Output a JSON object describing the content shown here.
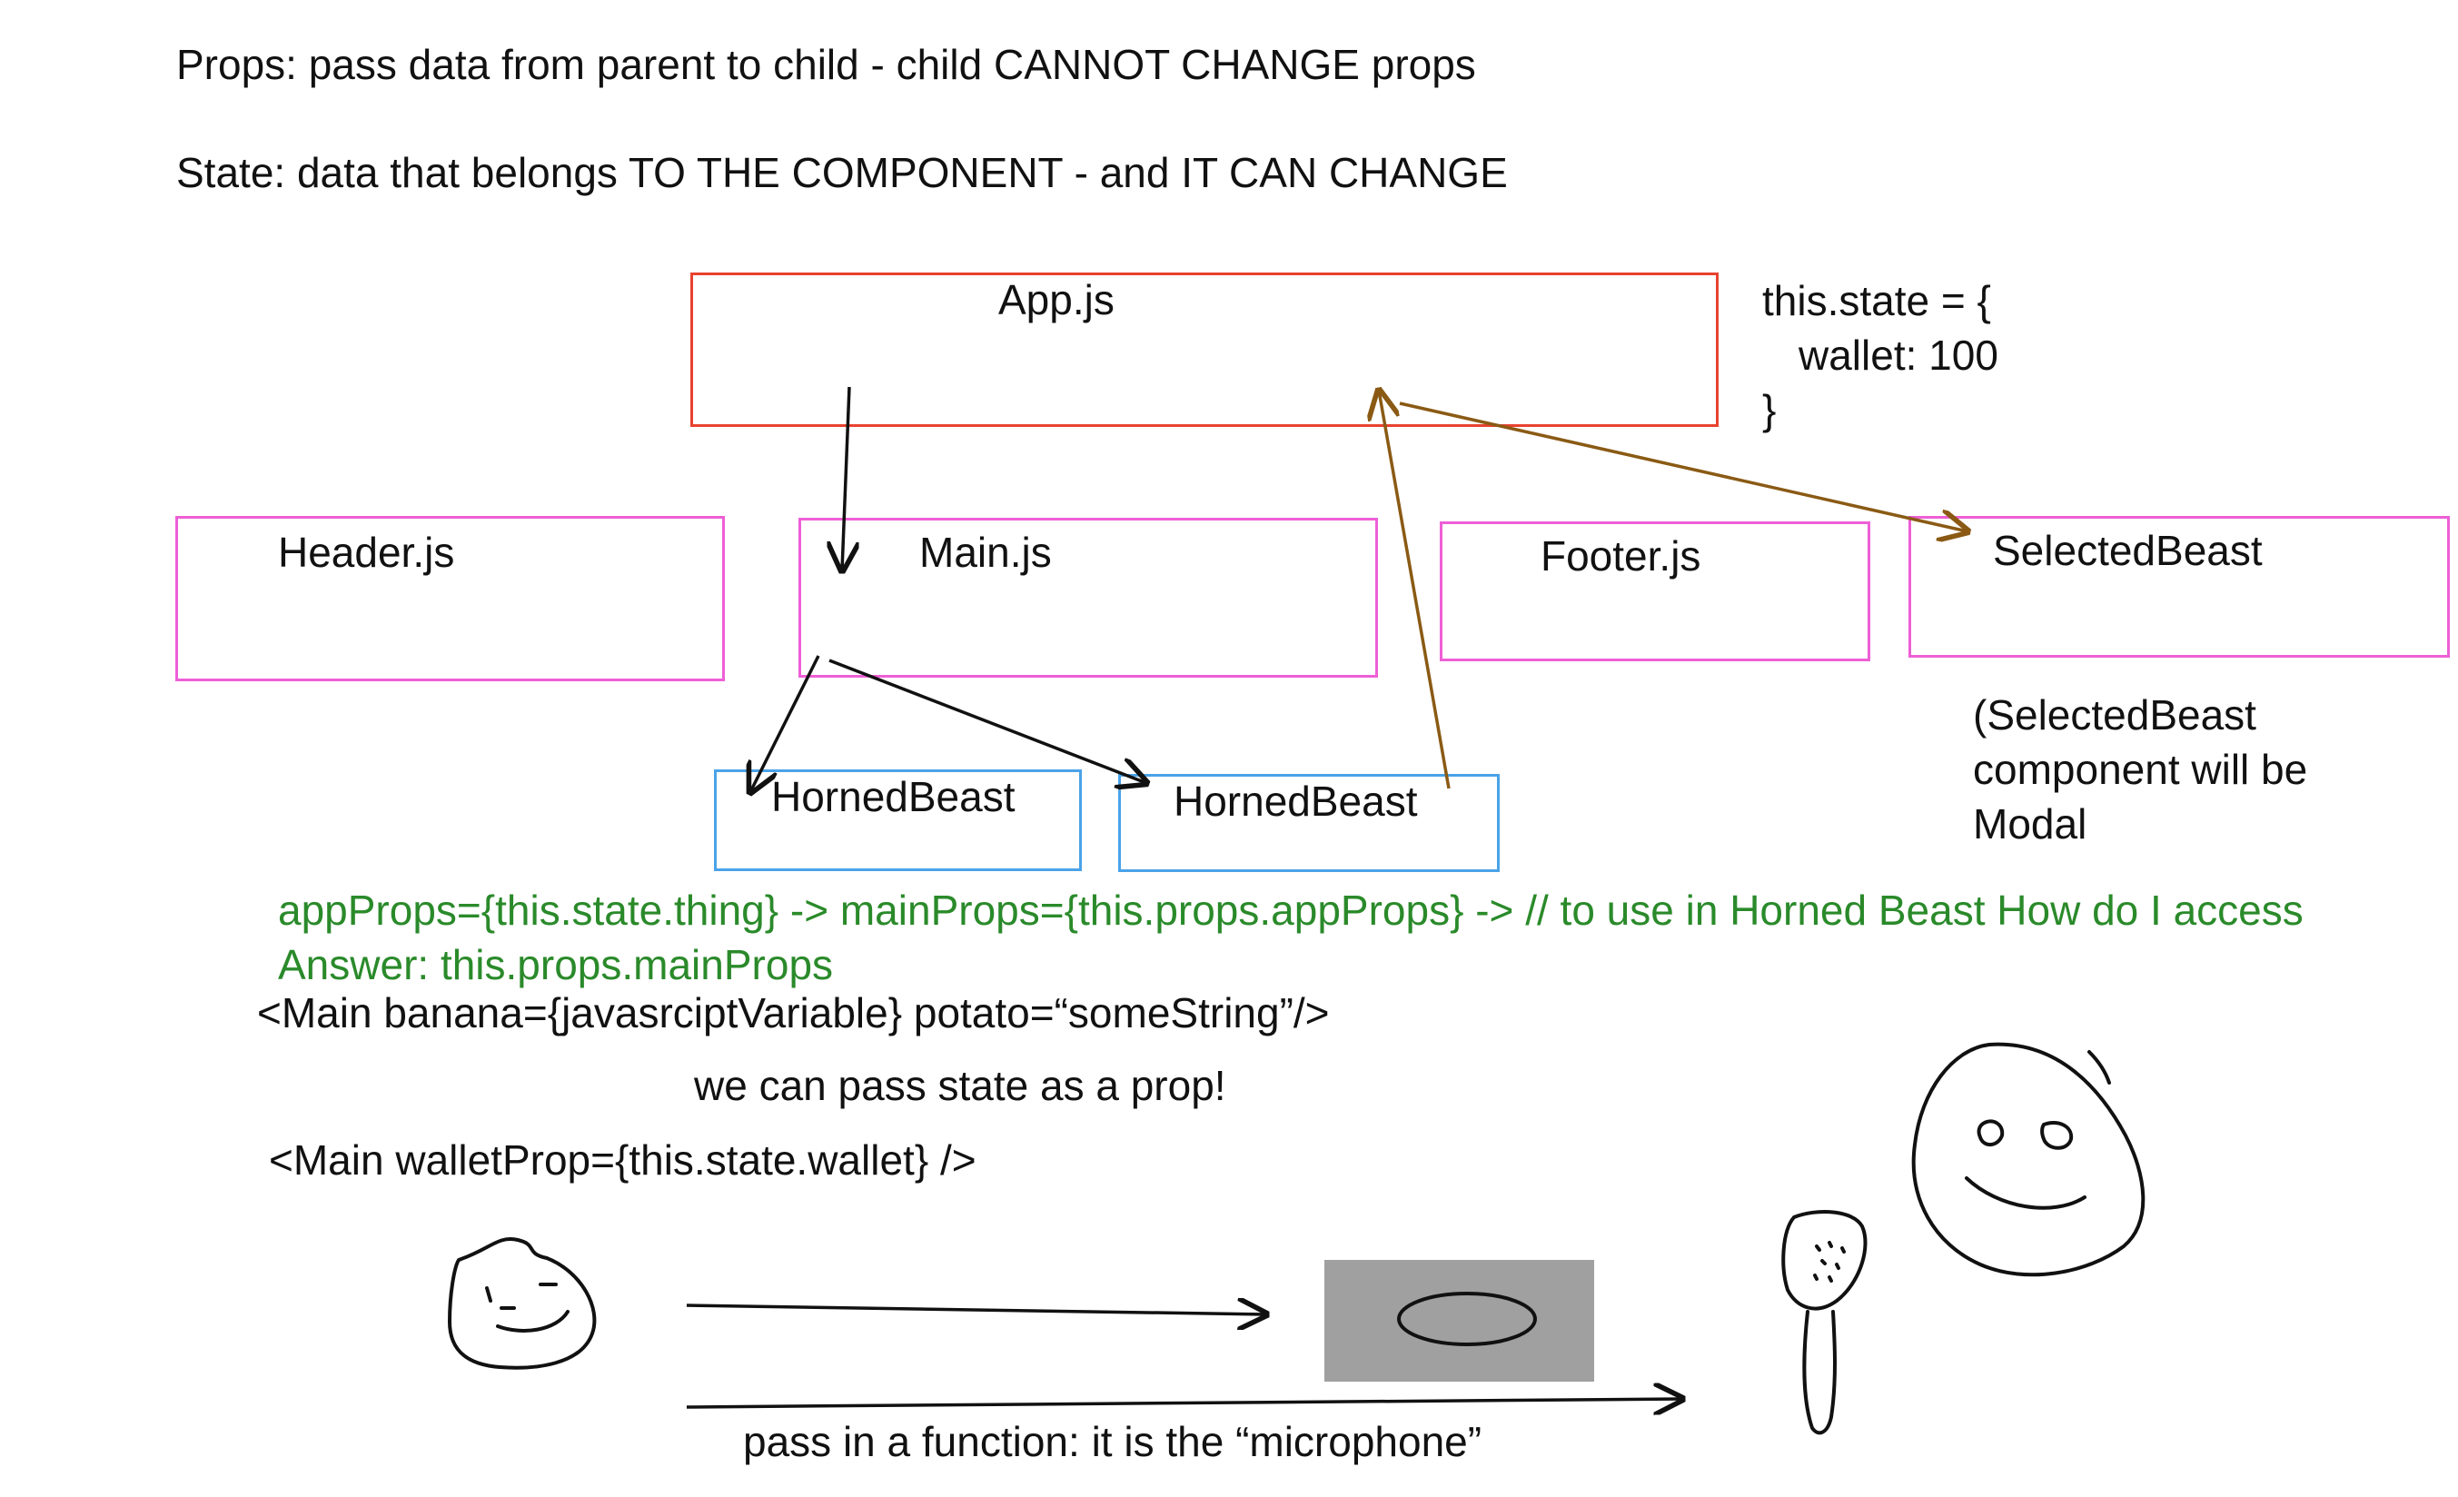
{
  "notes": {
    "props_definition": "Props:  pass data from parent to child - child CANNOT CHANGE props",
    "state_definition": "State: data that belongs TO THE COMPONENT - and IT CAN CHANGE"
  },
  "components": {
    "app": "App.js",
    "header": "Header.js",
    "main": "Main.js",
    "footer": "Footer.js",
    "selected_beast": "SelectedBeast",
    "horned_beast_1": "HornedBeast",
    "horned_beast_2": "HornedBeast"
  },
  "app_state": {
    "line1": "this.state = {",
    "line2": "wallet: 100",
    "line3": "}"
  },
  "selected_beast_note": {
    "line1": "(SelectedBeast",
    "line2": "component will be",
    "line3": "Modal"
  },
  "green_notes": {
    "chain": "appProps={this.state.thing} -> mainProps={this.props.appProps}  -> // to use in Horned Beast How do I access",
    "answer": "Answer:  this.props.mainProps"
  },
  "code_examples": {
    "main_example": "<Main banana={javasrciptVariable} potato=“someString”/>",
    "state_as_prop_note": "we can pass state as a prop!",
    "wallet_example": "<Main walletProp={this.state.wallet} />"
  },
  "function_note": "pass in a function:  it is the “microphone”",
  "colors": {
    "app_box": "#e8422f",
    "child_box": "#ee5fd6",
    "beast_box": "#4aa3e8",
    "arrow_black": "#111111",
    "arrow_brown": "#8a5a14",
    "green_text": "#2a8a2a",
    "gray_rect": "#a0a0a0"
  },
  "drawings": {
    "small_face": "small-smiley-sketch",
    "large_face": "large-smiley-sketch",
    "microphone": "microphone-sketch",
    "gray_box": "gray-rectangle-with-oval"
  }
}
